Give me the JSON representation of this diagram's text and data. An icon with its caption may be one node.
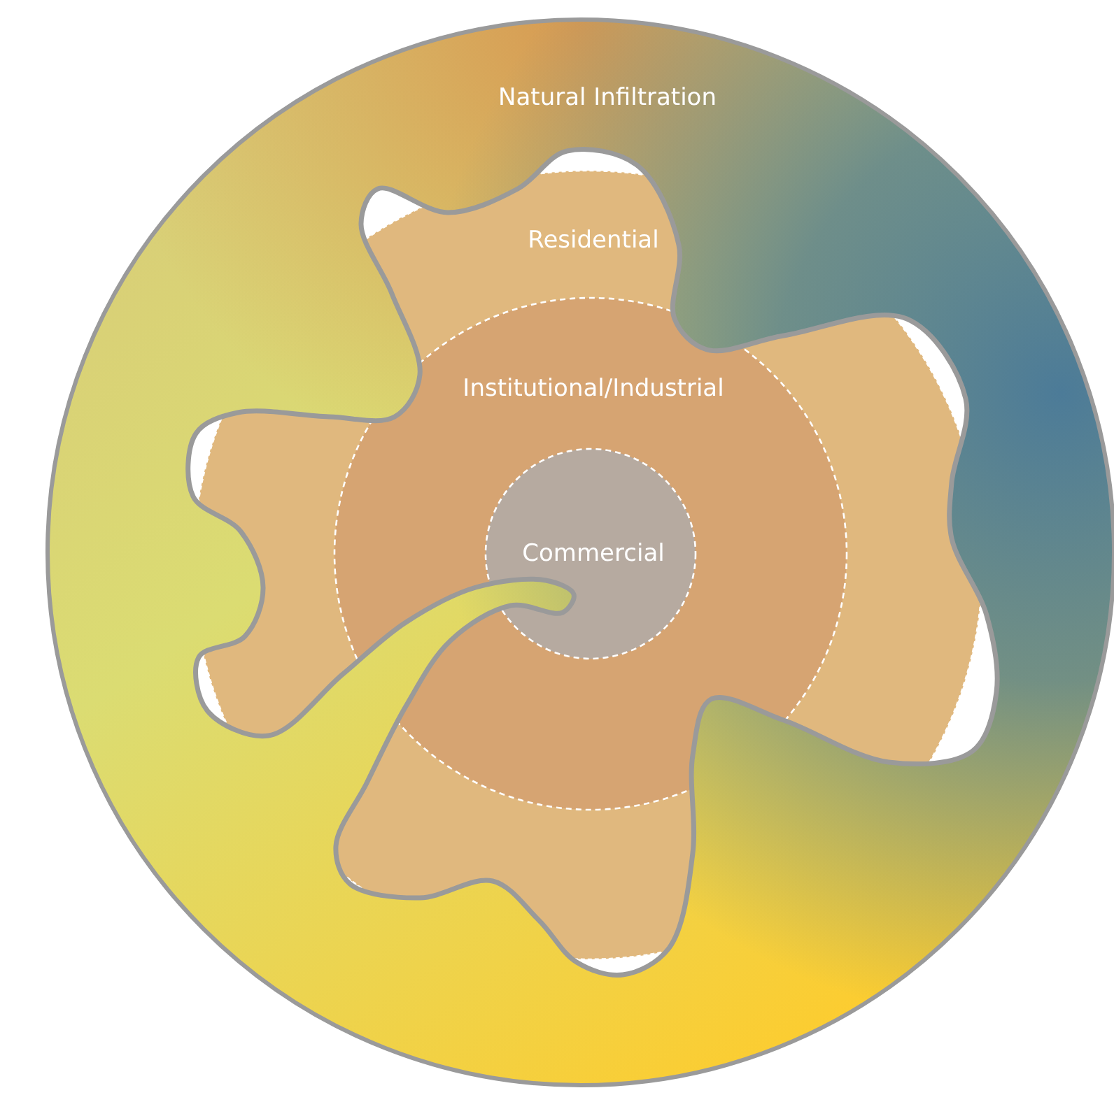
{
  "diagram": {
    "nodes": [
      {
        "text": [
          "Natural Infiltration"
        ]
      },
      {
        "text": [
          "Residential"
        ],
        "in": 0
      },
      {
        "text": [
          "Institutional/Industrial"
        ],
        "in": 1
      },
      {
        "text": [
          "Commercial"
        ],
        "in": 2
      }
    ]
  }
}
